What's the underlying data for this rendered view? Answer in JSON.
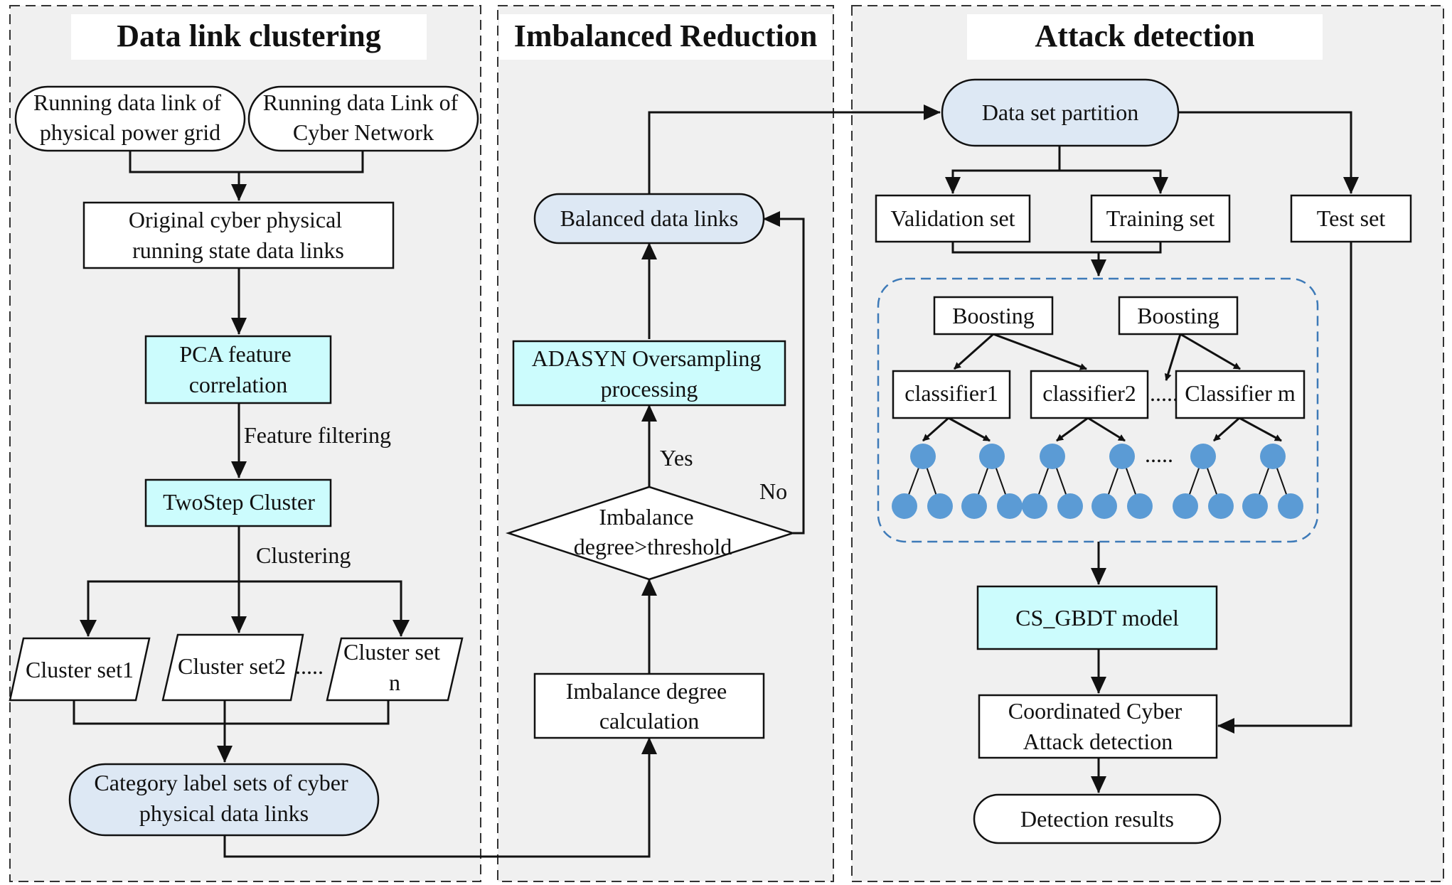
{
  "sections": {
    "clustering_title": "Data link clustering",
    "reduction_title": "Imbalanced Reduction",
    "detection_title": "Attack detection"
  },
  "nodes": {
    "physical_grid": [
      "Running data link of",
      "physical power grid"
    ],
    "cyber_network": [
      "Running data Link of",
      "Cyber Network"
    ],
    "original_links": [
      "Original cyber physical",
      "running state data links"
    ],
    "pca": [
      "PCA feature",
      "correlation"
    ],
    "twostep": "TwoStep Cluster",
    "cluster1": "Cluster set1",
    "cluster2": "Cluster set2",
    "cluster_n": [
      "Cluster set",
      "n"
    ],
    "category_sets": [
      "Category label sets of cyber",
      "physical data links"
    ],
    "imbalance_calc": [
      "Imbalance degree",
      "calculation"
    ],
    "decision": [
      "Imbalance",
      "degree>threshold"
    ],
    "adasyn": [
      "ADASYN Oversampling",
      "processing"
    ],
    "balanced": "Balanced data links",
    "partition": "Data set partition",
    "validation": "Validation set",
    "training": "Training set",
    "test": "Test set",
    "boosting1": "Boosting",
    "boosting2": "Boosting",
    "classifier1": "classifier1",
    "classifier2": "classifier2",
    "classifier_m": "Classifier m",
    "gbdt": "CS_GBDT model",
    "coordinated": [
      "Coordinated Cyber",
      "Attack detection"
    ],
    "results": "Detection results"
  },
  "edge_labels": {
    "feature_filtering": "Feature filtering",
    "clustering": "Clustering",
    "yes": "Yes",
    "no": "No",
    "dots_clusters": ".....",
    "dots_classifiers": ".....",
    "dots_trees": "....."
  }
}
